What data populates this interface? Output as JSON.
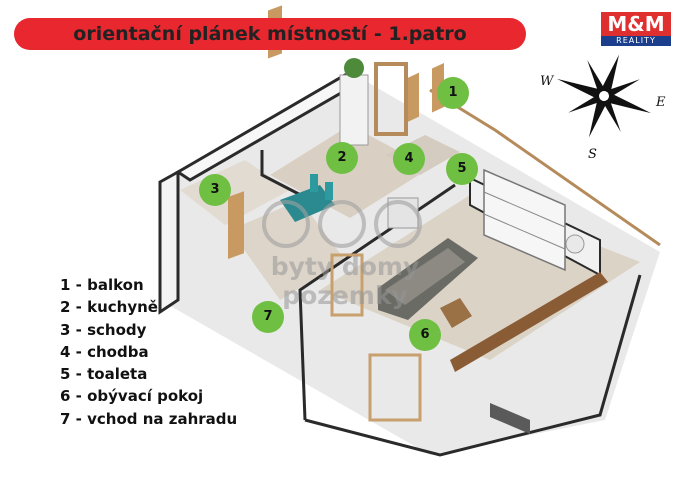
{
  "title": "orientační plánek místností - 1.patro",
  "logo": {
    "main": "M&M",
    "sub": "REALITY"
  },
  "compass": {
    "w": "W",
    "e": "E",
    "s": "S"
  },
  "watermark": "byty domy pozemky",
  "rooms": [
    {
      "number": "1",
      "name": "balkon"
    },
    {
      "number": "2",
      "name": "kuchyně"
    },
    {
      "number": "3",
      "name": "schody"
    },
    {
      "number": "4",
      "name": "chodba"
    },
    {
      "number": "5",
      "name": "toaleta"
    },
    {
      "number": "6",
      "name": "obývací pokoj"
    },
    {
      "number": "7",
      "name": "vchod na zahradu"
    }
  ],
  "legend": [
    "1 - balkon",
    "2 - kuchyně",
    "3 - schody",
    "4 - chodba",
    "5 - toaleta",
    "6 - obývací pokoj",
    "7 - vchod na zahradu"
  ],
  "colors": {
    "title_bar": "#e8272f",
    "badge": "#6fbf43",
    "floor": "#d8cfc2",
    "wall": "#f2f2f2"
  }
}
